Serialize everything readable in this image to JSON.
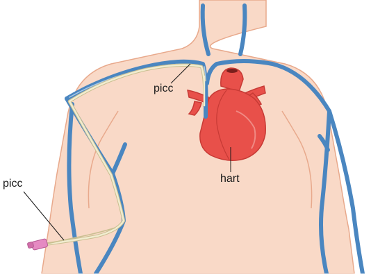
{
  "labels": {
    "picc_upper": "picc",
    "picc_lower": "picc",
    "heart": "hart"
  },
  "colors": {
    "skin": "#f9d9c7",
    "skin_outline": "#e8a98c",
    "vein": "#4a86c0",
    "vein_highlight": "#aac9e6",
    "catheter": "#f1ecd0",
    "catheter_outline": "#c9bf90",
    "heart": "#e8504a",
    "heart_dark": "#c73a35",
    "connector": "#e58ac2"
  }
}
